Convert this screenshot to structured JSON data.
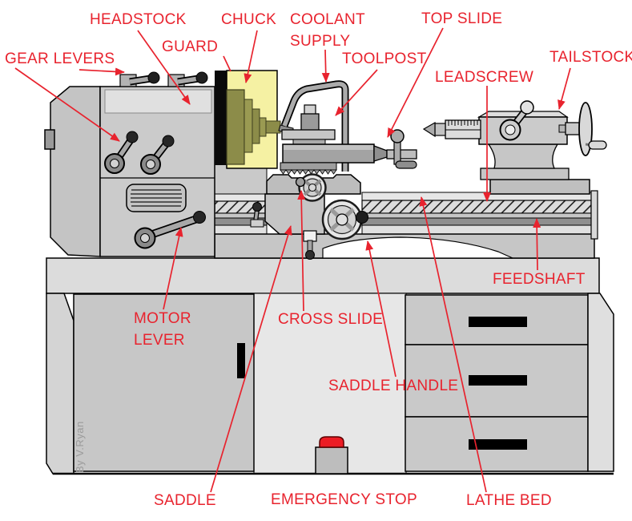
{
  "credit": "By V.Ryan",
  "colors": {
    "label_red": "#E8232E",
    "guard_yellow": "#F5F1A3",
    "chuck_olive": "#8C8C49",
    "machine_gray": "#C9C9C9",
    "feedshaft_gray": "#8F8F8F",
    "emergency_red": "#EC1C24"
  },
  "labels": [
    {
      "id": "gear-levers",
      "text": "GEAR LEVERS"
    },
    {
      "id": "headstock",
      "text": "HEADSTOCK"
    },
    {
      "id": "guard",
      "text": "GUARD"
    },
    {
      "id": "chuck",
      "text": "CHUCK"
    },
    {
      "id": "coolant-supply",
      "lines": [
        "COOLANT",
        "SUPPLY"
      ]
    },
    {
      "id": "toolpost",
      "text": "TOOLPOST"
    },
    {
      "id": "top-slide",
      "text": "TOP SLIDE"
    },
    {
      "id": "leadscrew",
      "text": "LEADSCREW"
    },
    {
      "id": "tailstock",
      "text": "TAILSTOCK"
    },
    {
      "id": "feedshaft",
      "text": "FEEDSHAFT"
    },
    {
      "id": "motor-lever",
      "lines": [
        "MOTOR",
        "LEVER"
      ]
    },
    {
      "id": "cross-slide",
      "text": "CROSS SLIDE"
    },
    {
      "id": "saddle-handle",
      "text": "SADDLE HANDLE"
    },
    {
      "id": "saddle",
      "text": "SADDLE"
    },
    {
      "id": "emergency-stop",
      "text": "EMERGENCY STOP"
    },
    {
      "id": "lathe-bed",
      "text": "LATHE BED"
    }
  ]
}
